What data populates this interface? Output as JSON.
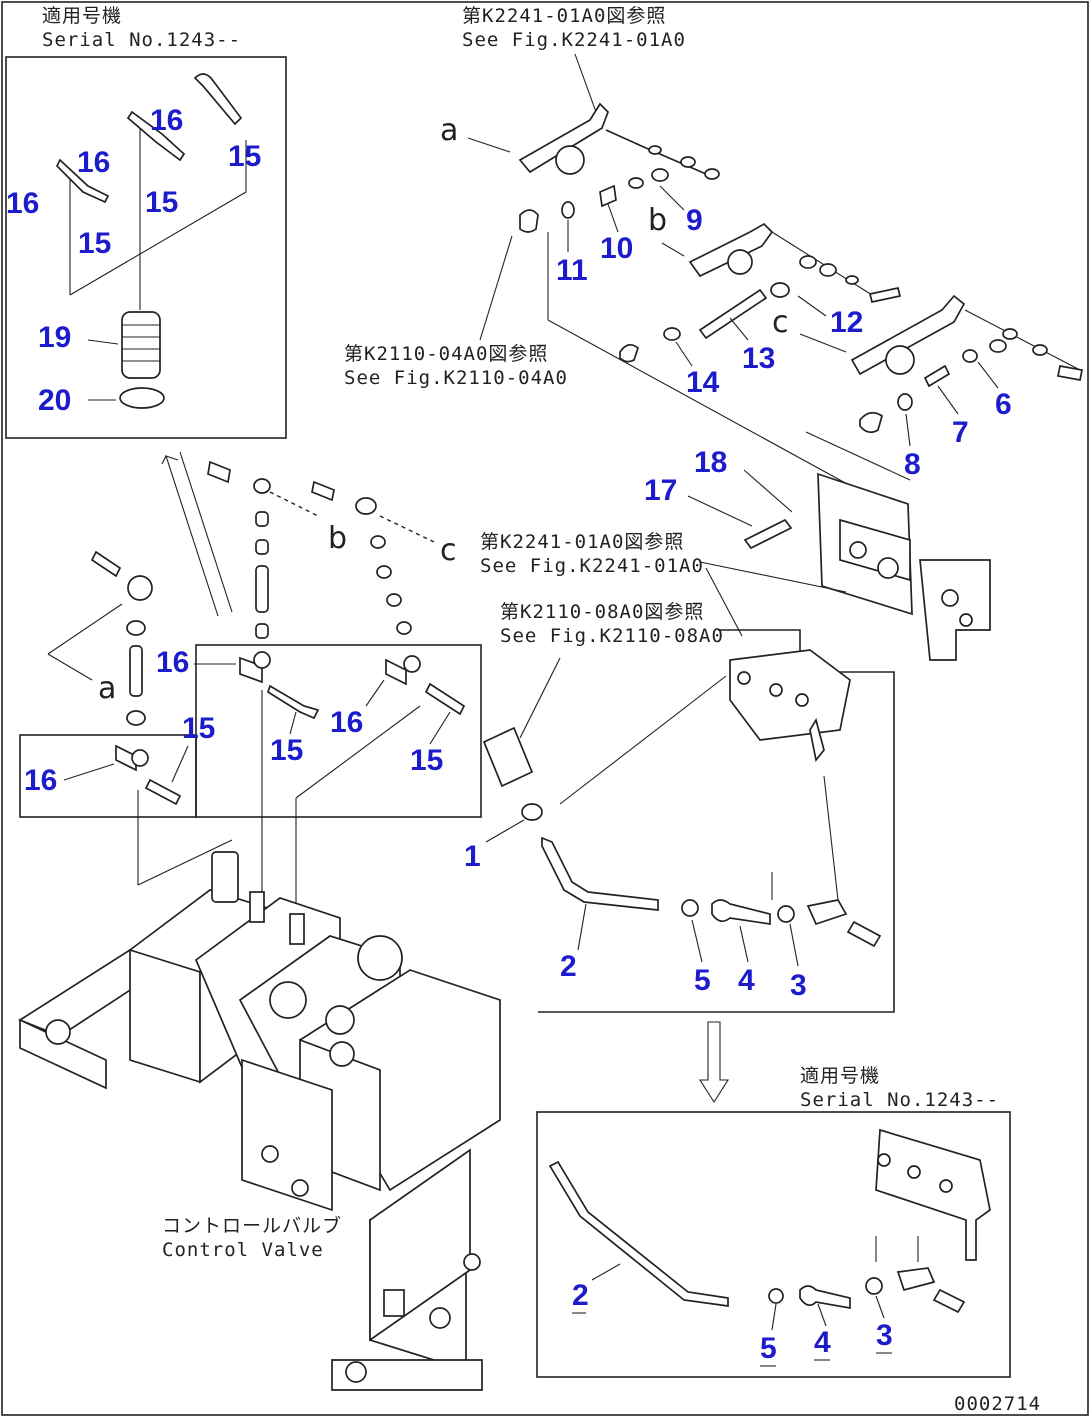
{
  "notes": {
    "serial_top_left_jp": "適用号機",
    "serial_top_left_en": "Serial No.1243--",
    "ref_top_jp": "第K2241-01A0図参照",
    "ref_top_en": "See Fig.K2241-01A0",
    "ref_mid_jp": "第K2110-04A0図参照",
    "ref_mid_en": "See Fig.K2110-04A0",
    "ref_right_jp": "第K2241-01A0図参照",
    "ref_right_en": "See Fig.K2241-01A0",
    "ref_lever_jp": "第K2110-08A0図参照",
    "ref_lever_en": "See Fig.K2110-08A0",
    "serial_bottom_jp": "適用号機",
    "serial_bottom_en": "Serial No.1243--",
    "valve_jp": "コントロールバルブ",
    "valve_en": "Control Valve",
    "figure_code": "0002714"
  },
  "letters": {
    "a_top": "a",
    "b_top": "b",
    "c_top": "c",
    "b_mid": "b",
    "c_mid": "c",
    "a_mid": "a"
  },
  "callouts": {
    "n1": "1",
    "n2": "2",
    "n3": "3",
    "n4": "4",
    "n5": "5",
    "n6": "6",
    "n7": "7",
    "n8": "8",
    "n9": "9",
    "n10": "10",
    "n11": "11",
    "n12": "12",
    "n13": "13",
    "n14": "14",
    "n17": "17",
    "n18": "18",
    "n19": "19",
    "n20": "20",
    "inset_16a": "16",
    "inset_16b": "16",
    "inset_16c": "16",
    "inset_15a": "15",
    "inset_15b": "15",
    "inset_15c": "15",
    "mid_16a": "16",
    "mid_16b": "16",
    "mid_16c": "16",
    "mid_15a": "15",
    "mid_15b": "15",
    "mid_15c": "15",
    "bottom_2": "2",
    "bottom_3": "3",
    "bottom_4": "4",
    "bottom_5": "5"
  },
  "colors": {
    "callout": "#1c1ccc",
    "line": "#222222",
    "background": "#ffffff"
  }
}
